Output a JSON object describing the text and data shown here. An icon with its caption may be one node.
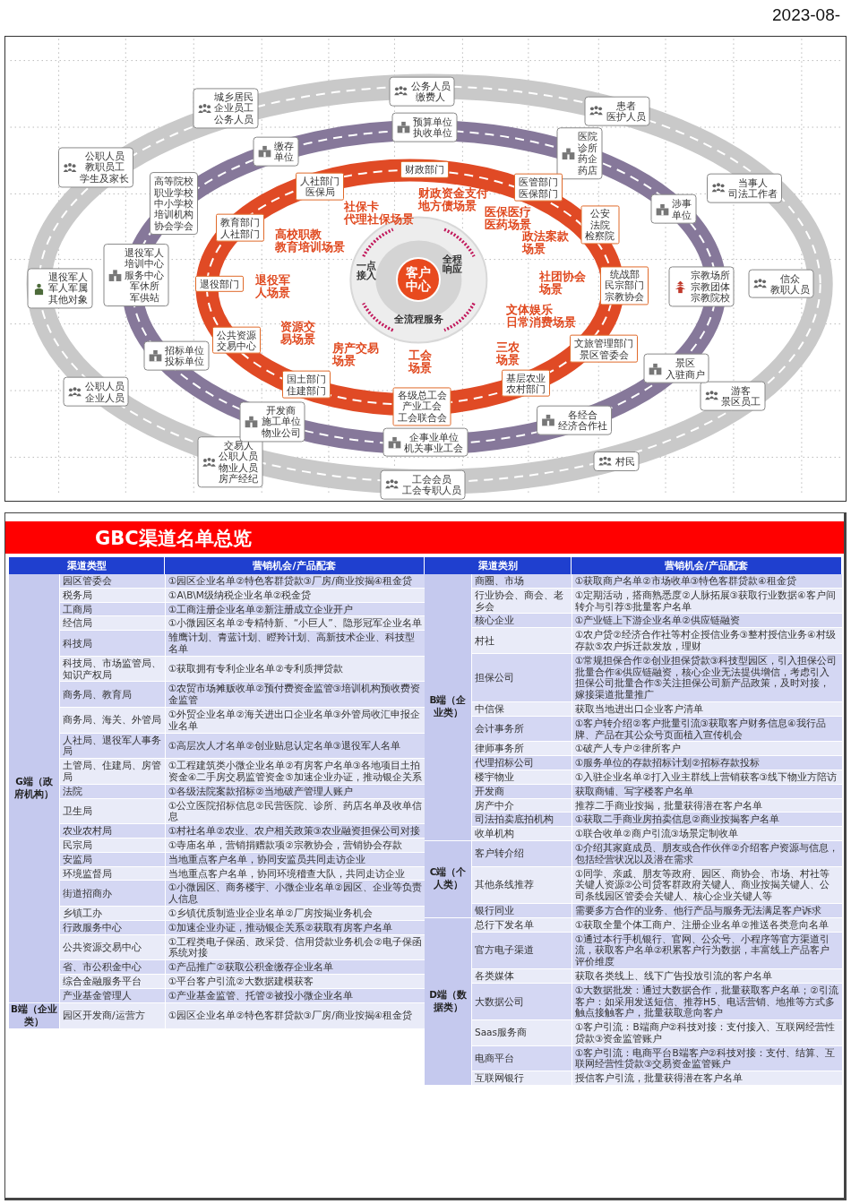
{
  "diagram": {
    "title": "GBC渠道名单总览",
    "nodes": [
      {
        "text": [
          "公务人员缴费人"
        ]
      },
      {
        "text": [
          "患者医护人员"
        ]
      },
      {
        "text": [
          "当事人司法工作者"
        ]
      },
      {
        "text": [
          "信众教职人员"
        ]
      },
      {
        "text": [
          "游客景区员工"
        ]
      },
      {
        "text": [
          "村民"
        ]
      },
      {
        "text": [
          "工会会员工会专职人员"
        ]
      },
      {
        "text": [
          "交易人公职人员物业人员房产经纪"
        ]
      },
      {
        "text": [
          "公职人员企业人员"
        ]
      },
      {
        "text": [
          "退役军人军人军属其他对象"
        ]
      },
      {
        "text": [
          "公职人员教职员工学生及家长"
        ]
      },
      {
        "text": [
          "城乡居民企业员工公务人员"
        ]
      },
      {
        "text": [
          "预算单位执收单位"
        ]
      },
      {
        "text": [
          "医院诊所药企药店"
        ]
      },
      {
        "text": [
          "涉事单位"
        ]
      },
      {
        "text": [
          "宗教场所宗教团体宗教院校"
        ]
      },
      {
        "text": [
          "景区入驻商户"
        ]
      },
      {
        "text": [
          "各经合经济合作社"
        ]
      },
      {
        "text": [
          "企事业单位机关事业工会"
        ]
      },
      {
        "text": [
          "开发商施工单位物业公司"
        ]
      },
      {
        "text": [
          "招标单位投标单位"
        ]
      },
      {
        "text": [
          "退役军人培训中心服务中心军休所军供站"
        ]
      },
      {
        "text": [
          "高等院校职业学校中小学校培训机构协会学会"
        ]
      },
      {
        "text": [
          "缴存单位"
        ]
      },
      {
        "text": [
          "财政部门"
        ]
      },
      {
        "text": [
          "医管部门医保部门"
        ]
      },
      {
        "text": [
          "公安法院检察院"
        ]
      },
      {
        "text": [
          "统战部民宗部门宗教协会"
        ]
      },
      {
        "text": [
          "文旅管理部门景区管委会"
        ]
      },
      {
        "text": [
          "基层农业农村部门"
        ]
      },
      {
        "text": [
          "各级总工会产业工会工会联合会"
        ]
      },
      {
        "text": [
          "国土部门住建部门"
        ]
      },
      {
        "text": [
          "公共资源交易中心"
        ]
      },
      {
        "text": [
          "退役部门"
        ]
      },
      {
        "text": [
          "教育部门人社部门"
        ]
      },
      {
        "text": [
          "人社部门医保局"
        ]
      },
      {
        "text": [
          "客户中心"
        ],
        "beside": [
          "一点接入",
          "全程响应",
          "全流程服务"
        ]
      }
    ],
    "labels": [
      "2023-08-",
      "社保卡代理社保场景",
      "财政资金支付地方债场景",
      "医保医疗医药场景",
      "高校职教教育培训场景",
      "政法案款场景",
      "退役军人场景",
      "社团协会场景",
      "文体娱乐日常消费场景",
      "资源交易场景",
      "房产交易场景",
      "工会场景",
      "三农场景",
      "渠道类型",
      "营销机会/产品配套",
      "渠道类别",
      "营销机会/产品配套",
      "G端（政府机构）",
      "园区管委会",
      "①园区企业名单②特色客群贷款③厂房/商业按揭④租金贷",
      "税务局",
      "①A\\B\\M级纳税企业名单②税金贷",
      "工商局",
      "①工商注册企业名单②新注册成立企业开户",
      "经信局",
      "①小微园区名单②专精特新、“小巨人”、隐形冠军企业名单",
      "科技局",
      "雏鹰计划、青蓝计划、瞪羚计划、高新技术企业、科技型名单",
      "科技局、市场监管局、知识产权局",
      "①获取拥有专利企业名单②专利质押贷款",
      "商务局、教育局",
      "①农贸市场摊贩收单②预付费资金监管③培训机构预收费资金监管",
      "商务局、海关、外管局",
      "①外贸企业名单②海关进出口企业名单③外管局收汇申报企业名单",
      "人社局、退役军人事务局",
      "①高层次人才名单②创业贴息认定名单③退役军人名单",
      "土管局、住建局、房管局",
      "①工程建筑类小微企业名单②有房客户名单③各地项目土拍资金④二手房交易监管资金⑤加速企业办证，推动银企关系",
      "法院",
      "①各级法院案款招标②当地破产管理人账户",
      "卫生局",
      "①公立医院招标信息②民营医院、诊所、药店名单及收单信息",
      "农业农村局",
      "①村社名单②农业、农户相关政策③农业融资担保公司对接",
      "民宗局",
      "①寺庙名单，营销捐赠款项②宗教协会，营销协会存款",
      "安监局",
      "当地重点客户名单，协同安监员共同走访企业",
      "环境监督局",
      "当地重点客户名单，协同环境稽查大队，共同走访企业",
      "街道招商办",
      "①小微园区、商务楼宇、小微企业名单②园区、企业等负责人信息",
      "乡镇工办",
      "①乡镇优质制造业企业名单②厂房按揭业务机会",
      "行政服务中心",
      "①加速企业办证，推动银企关系②获取有房客户名单",
      "公共资源交易中心",
      "①工程类电子保函、政采贷、信用贷款业务机会②电子保函系统对接",
      "省、市公积金中心",
      "①产品推广②获取公积金缴存企业名单",
      "综合金融服务平台",
      "①平台客户引流②大数据建模获客",
      "产业基金管理人",
      "①产业基金监管、托管②被投小微企业名单",
      "B端（企业类）",
      "园区开发商/运营方",
      "①园区企业名单②特色客群贷款③厂房/商业按揭④租金贷",
      "B端（企业类）",
      "商圈、市场",
      "①获取商户名单②市场收单③特色客群贷款④租金贷",
      "行业协会、商会、老乡会",
      "①定期活动，搭商熟悉度②人脉拓展③获取行业数据④客户间转介与引荐⑤批量客户名单",
      "核心企业",
      "①产业链上下游企业名单②供应链融资",
      "村社",
      "①农户贷②经济合作社等村企授信业务③整村授信业务④村级存款⑤农户拆迁款发放，理财",
      "担保公司",
      "①常规担保合作②创业担保贷款③科技型园区，引入担保公司批量合作④供应链融资，核心企业无法提供增信，考虑引入担保公司批量合作⑤关注担保公司新产品政策，及时对接，嫁接渠道批量推广",
      "中信保",
      "获取当地进出口企业客户清单",
      "会计事务所",
      "①客户转介绍②客户批量引流③获取客户财务信息④我行品牌、产品在其公众号页面植入宣传机会",
      "律师事务所",
      "①破产人专户②律所客户",
      "代理招标公司",
      "①服务单位的存款招标计划②招标存款投标",
      "楼宇物业",
      "①入驻企业名单②打入业主群线上营销获客③线下物业方陪访",
      "开发商",
      "获取商铺、写字楼客户名单",
      "房产中介",
      "推荐二手商业按揭，批量获得潜在客户名单",
      "司法拍卖底拍机构",
      "①获取二手商业房拍卖信息②商业按揭客户名单",
      "收单机构",
      "①联合收单②商户引流③场景定制收单",
      "C端（个人类）",
      "客户转介绍",
      "①介绍其家庭成员、朋友或合作伙伴②介绍客户资源与信息，包括经营状况以及潜在需求",
      "其他条线推荐",
      "①同学、亲戚、朋友等政府、园区、商协会、市场、村社等关键人资源②公司贷客群政府关键人、商业按揭关键人、公司条线园区管委会关键人、核心企业关键人等",
      "银行同业",
      "需要多方合作的业务、他行产品与服务无法满足客户诉求",
      "D端（数据类）",
      "总行下发名单",
      "①获取全量个体工商户、注册企业名单②推送各类意向名单",
      "官方电子渠道",
      "①通过本行手机银行、官网、公众号、小程序等官方渠道引流，获取客户名单②积累客户行为数据，丰富线上产品客户评价维度",
      "各类媒体",
      "获取各类线上、线下广告投放引流的客户名单",
      "大数据公司",
      "①大数据批发：通过大数据合作，批量获取客户名单；②引流客户：如采用发送短信、推荐H5、电话营销、地推等方式多触点接触客户，批量获取意向客户",
      "Saas服务商",
      "①客户引流：B端商户②科技对接：支付接入、互联网经营性贷款③资金监管账户",
      "电商平台",
      "①客户引流：电商平台B端客户②科技对接：支付、结算、互联网经营性贷款③交易资金监管账户",
      "互联网银行",
      "授信客户引流，批量获得潜在客户名单"
    ]
  }
}
